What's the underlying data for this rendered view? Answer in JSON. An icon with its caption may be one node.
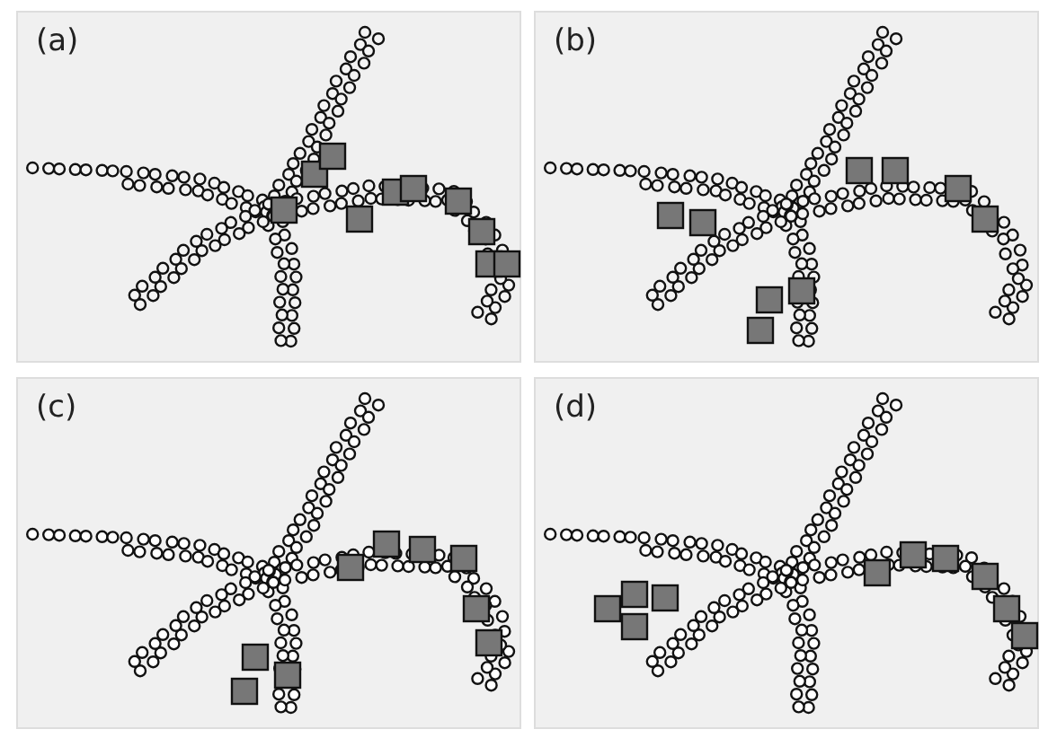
{
  "diagram": {
    "nodes": [
      {
        "text": [
          "(a)"
        ]
      },
      {
        "text": [
          "(b)"
        ]
      },
      {
        "text": [
          "(c)"
        ]
      },
      {
        "text": [
          "(d)"
        ]
      }
    ]
  }
}
